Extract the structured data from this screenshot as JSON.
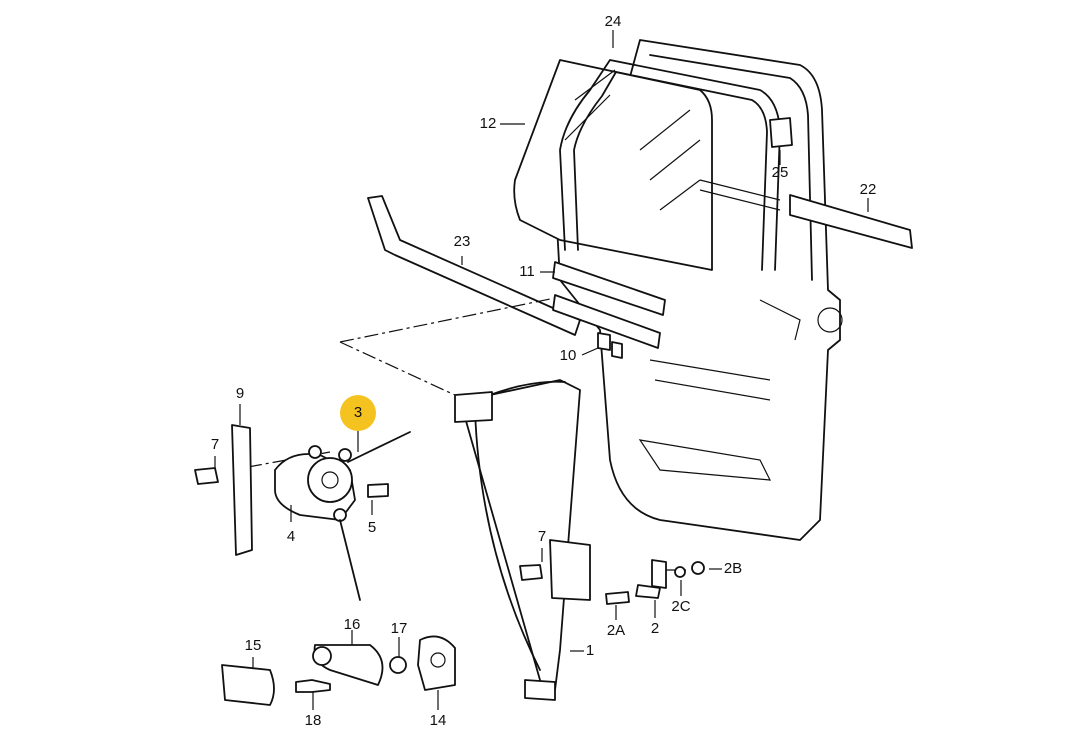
{
  "labels": {
    "p1": "1",
    "p2": "2",
    "p2a": "2A",
    "p2b": "2B",
    "p2c": "2C",
    "p3": "3",
    "p4": "4",
    "p5": "5",
    "p7a": "7",
    "p7b": "7",
    "p9": "9",
    "p10": "10",
    "p11": "11",
    "p12": "12",
    "p14": "14",
    "p15": "15",
    "p16": "16",
    "p17": "17",
    "p18": "18",
    "p22": "22",
    "p23": "23",
    "p24": "24",
    "p25": "25"
  },
  "highlight": {
    "part": "3",
    "color": "#F5C320"
  }
}
